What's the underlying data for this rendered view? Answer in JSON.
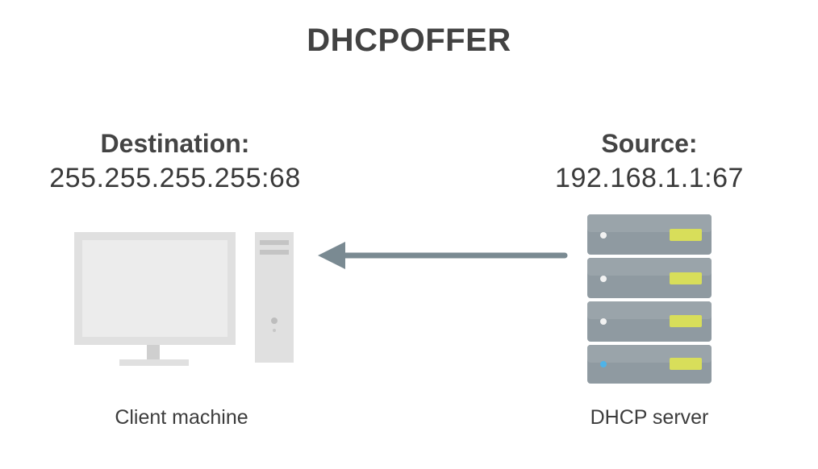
{
  "title": "DHCPOFFER",
  "client": {
    "heading": "Destination:",
    "address": "255.255.255.255:68",
    "caption": "Client machine"
  },
  "server": {
    "heading": "Source:",
    "address": "192.168.1.1:67",
    "caption": "DHCP server"
  },
  "icons": {
    "client": "desktop-computer-icon",
    "server": "server-rack-icon",
    "arrow": "arrow-left"
  },
  "colors": {
    "arrow": "#7a8a92",
    "monitor_frame": "#e0e0e0",
    "monitor_screen": "#ececec",
    "server_body": "#8f9aa1",
    "server_light": "#d8de5a",
    "status_led_blue": "#4fb3e8"
  }
}
